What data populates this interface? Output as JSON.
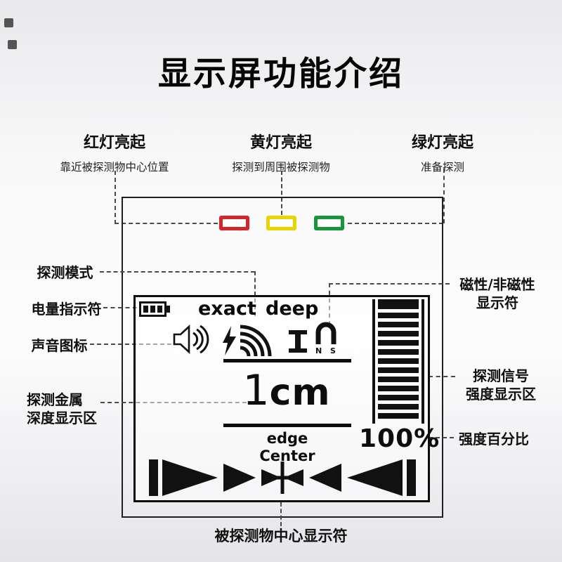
{
  "title": "显示屏功能介绍",
  "leds": {
    "red": {
      "label": "红灯亮起",
      "desc": "靠近被探测物中心位置",
      "color": "#d7232b"
    },
    "yellow": {
      "label": "黄灯亮起",
      "desc": "探测到周围被探测物",
      "color": "#e7d400"
    },
    "green": {
      "label": "绿灯亮起",
      "desc": "准备探测",
      "color": "#17963b"
    }
  },
  "callouts": {
    "detect_mode": "探测模式",
    "battery": "电量指示符",
    "sound": "声音图标",
    "depth_line1": "探测金属",
    "depth_line2": "深度显示区",
    "magnet_line1": "磁性/非磁性",
    "magnet_line2": "显示符",
    "signal_line1": "探测信号",
    "signal_line2": "强度显示区",
    "percent": "强度百分比",
    "center": "被探测物中心显示符"
  },
  "lcd": {
    "mode_left": "exact",
    "mode_right": "deep",
    "depth_value": "1",
    "depth_unit": "cm",
    "edge": "edge",
    "center": "Center",
    "percent": "100%",
    "magnet_n": "N",
    "magnet_s": "S"
  }
}
